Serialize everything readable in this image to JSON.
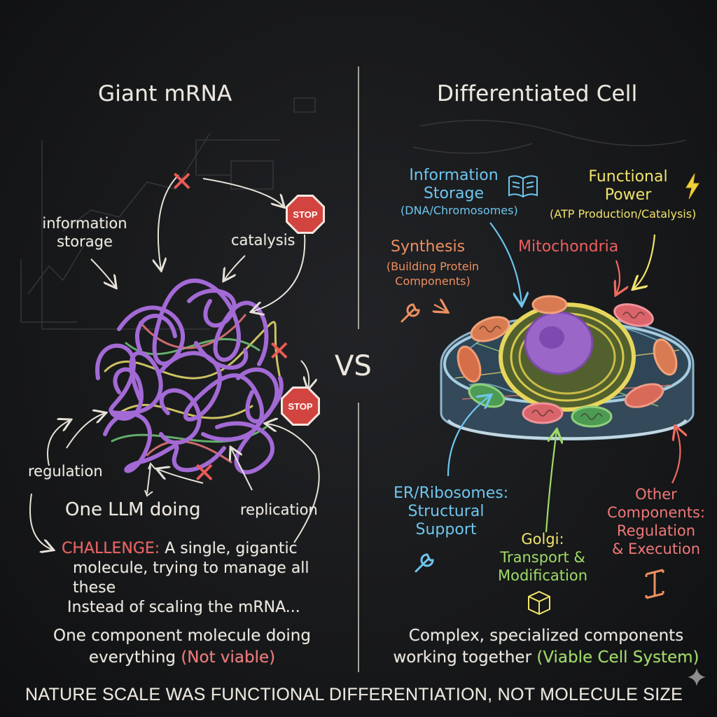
{
  "left": {
    "title": "Giant mRNA",
    "labels": {
      "information_storage": "information\nstorage",
      "catalysis": "catalysis",
      "regulation": "regulation",
      "replication": "replication",
      "one_llm": "One LLM doing"
    },
    "stop_text": "STOP",
    "challenge_keyword": "CHALLENGE:",
    "challenge_line1": "A single, gigantic",
    "challenge_line2": "molecule, trying to manage all these",
    "challenge_line3": "Instead of scaling the mRNA...",
    "summary_line1": "One component molecule doing",
    "summary_line2": "everything",
    "summary_note": "(Not viable)"
  },
  "divider_label": "VS",
  "right": {
    "title": "Differentiated Cell",
    "info_storage": "Information\nStorage",
    "info_storage_sub": "(DNA/Chromosomes)",
    "functional_power": "Functional\nPower",
    "functional_power_sub": "(ATP Production/Catalysis)",
    "synthesis": "Synthesis",
    "synthesis_sub": "(Building Protein\nComponents)",
    "mitochondria": "Mitochondria",
    "er_ribosomes": "ER/Ribosomes:\nStructural\nSupport",
    "golgi_title": "Golgi:",
    "golgi_desc": "Transport &\nModification",
    "other": "Other\nComponents:\nRegulation\n& Execution",
    "summary_line1": "Complex, specialized components",
    "summary_line2": "working together",
    "summary_note": "(Viable Cell System)"
  },
  "footer": "NATURE SCALE WAS FUNCTIONAL DIFFERENTIATION, NOT MOLECULE SIZE",
  "colors": {
    "blue": "#6ec6ee",
    "yellow": "#f1e36a",
    "orange": "#ee9060",
    "red": "#ef5f5f",
    "green": "#9fdc66",
    "purple": "#9a66c8"
  },
  "icons": [
    "book-icon",
    "lightning-icon",
    "wrench-icon",
    "box-icon",
    "girder-icon",
    "stop-sign-icon",
    "x-mark-icon",
    "sparkle-icon"
  ]
}
